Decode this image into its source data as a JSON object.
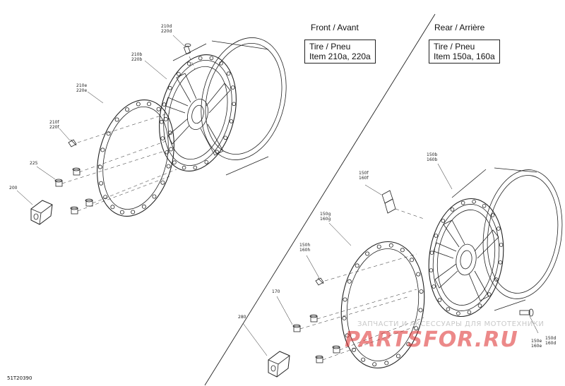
{
  "headers": {
    "front": "Front / Avant",
    "rear": "Rear / Arrière"
  },
  "boxes": {
    "front": {
      "line1": "Tire / Pneu",
      "line2": "Item 210a, 220a"
    },
    "rear": {
      "line1": "Tire / Pneu",
      "line2": "Item 150a, 160a"
    }
  },
  "callouts": {
    "c210d": [
      "210d",
      "220d"
    ],
    "c210b": [
      "210b",
      "220b"
    ],
    "c210e": [
      "210e",
      "220e"
    ],
    "c210f": [
      "210f",
      "220f"
    ],
    "c225": [
      "225"
    ],
    "c200": [
      "200"
    ],
    "c150b": [
      "150b",
      "160b"
    ],
    "c150f": [
      "150f",
      "160f"
    ],
    "c150g": [
      "150g",
      "160g"
    ],
    "c150h": [
      "150h",
      "160h"
    ],
    "c170": [
      "170"
    ],
    "c280": [
      "280"
    ],
    "c150e": [
      "150e",
      "160e"
    ],
    "c150d": [
      "150d",
      "160d"
    ]
  },
  "drawing_number": "51T20390",
  "watermark": {
    "small": "ЗАПЧАСТИ И АКСЕССУАРЫ ДЛЯ МОТОТЕХНИКИ",
    "big": "PARTSFOR.RU"
  },
  "colors": {
    "line": "#222222",
    "watermark": "#d83030"
  }
}
